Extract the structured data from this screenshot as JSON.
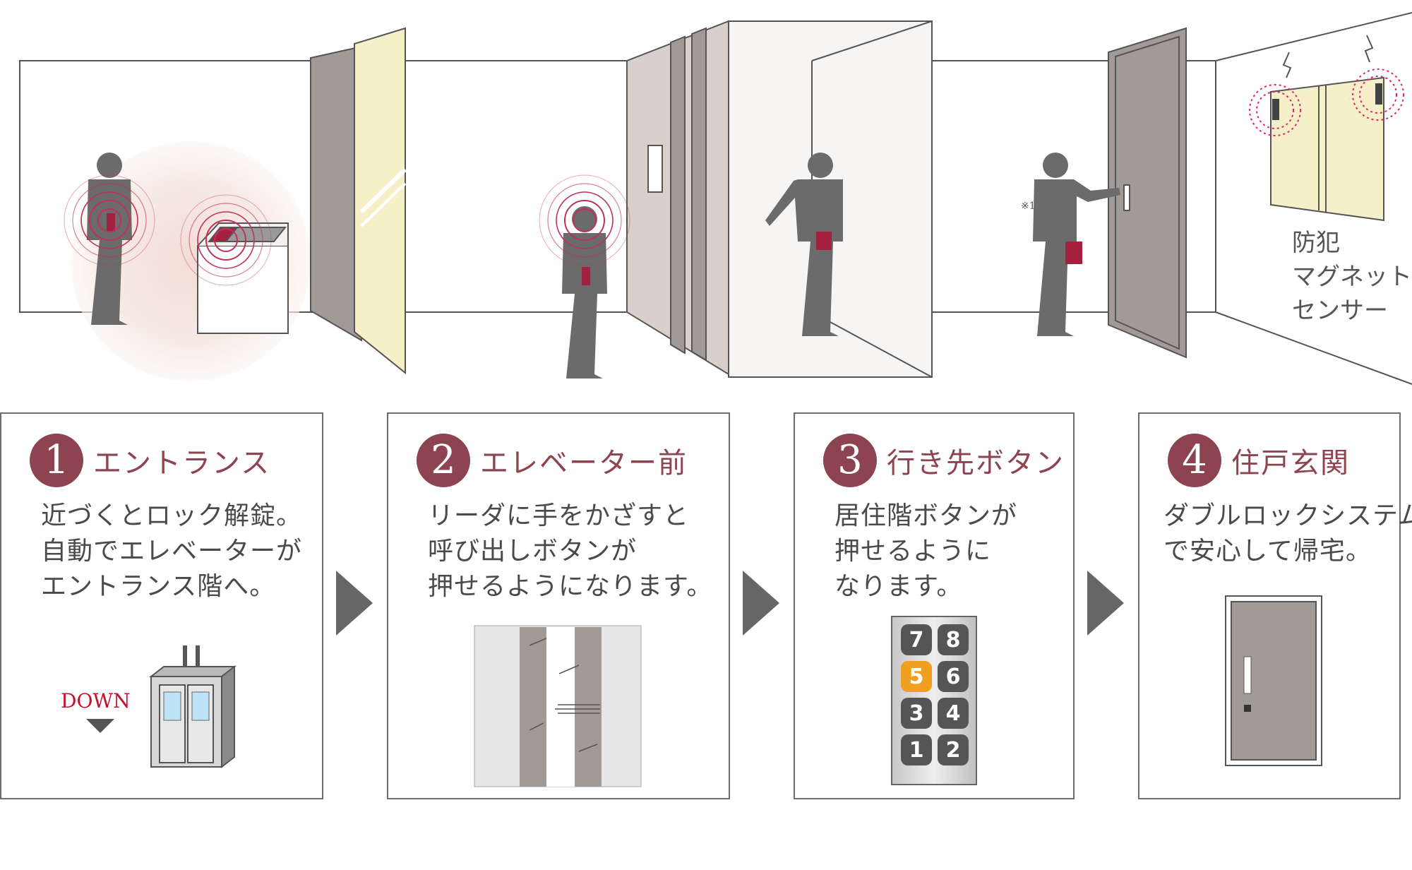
{
  "scene": {
    "note_label": "※1",
    "sensor_label_lines": [
      "防犯",
      "マグネット",
      "センサー"
    ]
  },
  "steps": [
    {
      "number": "1",
      "title": "エントランス",
      "description_lines": [
        "近づくとロック解錠。",
        "自動でエレベーターが",
        "エントランス階へ。"
      ],
      "illustration_label": "DOWN"
    },
    {
      "number": "2",
      "title": "エレベーター前",
      "description_lines": [
        "リーダに手をかざすと",
        "呼び出しボタンが",
        "押せるようになります。"
      ]
    },
    {
      "number": "3",
      "title": "行き先ボタン",
      "description_lines": [
        "居住階ボタンが",
        "押せるように",
        "なります。"
      ],
      "buttons": [
        "7",
        "8",
        "5",
        "6",
        "3",
        "4",
        "1",
        "2"
      ],
      "highlighted_button": "5"
    },
    {
      "number": "4",
      "title": "住戸玄関",
      "description_lines": [
        "ダブルロックシステム",
        "で安心して帰宅。"
      ]
    }
  ],
  "colors": {
    "accent": "#8e4450",
    "figure": "#6b6b6b",
    "panel_door": "#a29a96",
    "glass": "#f6f0c8",
    "highlight_button": "#f0a020",
    "down_label": "#c8102e"
  }
}
